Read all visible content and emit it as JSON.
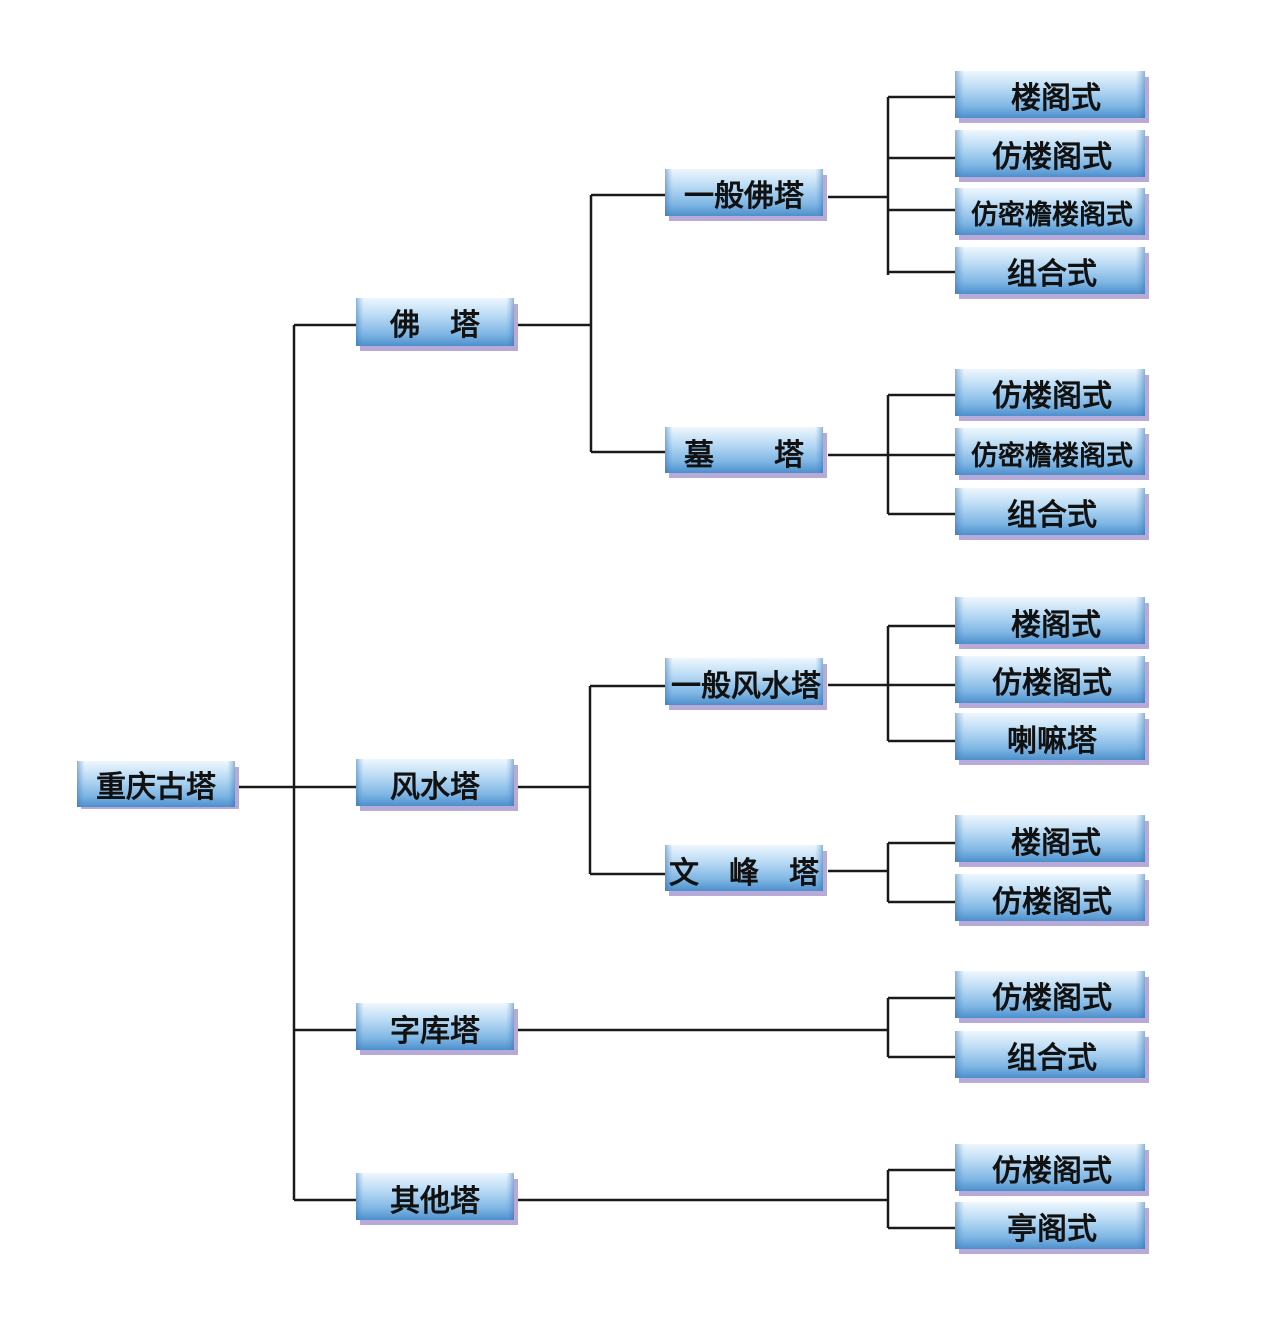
{
  "root": {
    "label": "重庆古塔"
  },
  "level1": [
    {
      "label": "佛　塔"
    },
    {
      "label": "风水塔"
    },
    {
      "label": "字库塔"
    },
    {
      "label": "其他塔"
    }
  ],
  "level2": [
    {
      "label": "一般佛塔"
    },
    {
      "label": "墓　　塔"
    },
    {
      "label": "一般风水塔"
    },
    {
      "label": "文　峰　塔"
    }
  ],
  "leaves": [
    {
      "label": "楼阁式"
    },
    {
      "label": "仿楼阁式"
    },
    {
      "label": "仿密檐楼阁式"
    },
    {
      "label": "组合式"
    },
    {
      "label": "仿楼阁式"
    },
    {
      "label": "仿密檐楼阁式"
    },
    {
      "label": "组合式"
    },
    {
      "label": "楼阁式"
    },
    {
      "label": "仿楼阁式"
    },
    {
      "label": "喇嘛塔"
    },
    {
      "label": "楼阁式"
    },
    {
      "label": "仿楼阁式"
    },
    {
      "label": "仿楼阁式"
    },
    {
      "label": "组合式"
    },
    {
      "label": "仿楼阁式"
    },
    {
      "label": "亭阁式"
    }
  ],
  "colors": {
    "box_top": "#eaf5fd",
    "box_mid": "#9cc9ec",
    "box_bottom": "#4a8fcf",
    "box_shadow": "#b8aad8",
    "connector": "#1a1a1a"
  }
}
